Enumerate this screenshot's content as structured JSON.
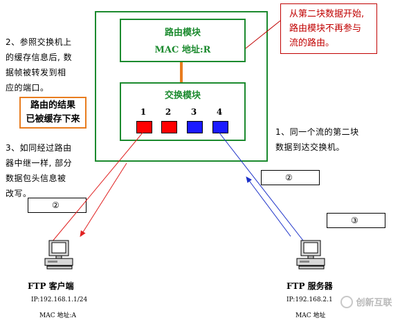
{
  "switch": {
    "routing_module": {
      "title": "路由模块",
      "mac": "MAC 地址:R"
    },
    "switching_module": {
      "title": "交换模块"
    },
    "ports": [
      {
        "label": "1",
        "color": "#ff0000"
      },
      {
        "label": "2",
        "color": "#ff0000"
      },
      {
        "label": "3",
        "color": "#1a1aff"
      },
      {
        "label": "4",
        "color": "#1a1aff"
      }
    ]
  },
  "callout": {
    "lines": [
      "从第二块数据开始,",
      "路由模块不再参与",
      "流的路由。"
    ]
  },
  "cache_note": {
    "lines": [
      "路由的结果",
      "已被缓存下来"
    ]
  },
  "left_text_top": {
    "lines": [
      "2、参照交换机上",
      "的缓存信息后, 数",
      "据帧被转发到相",
      "应的端口。"
    ]
  },
  "left_text_bottom": {
    "lines": [
      "3、如同经过路由",
      "器中继一样, 部分",
      "数据包头信息被",
      "改写。"
    ]
  },
  "right_text": {
    "lines": [
      "1、同一个流的第二块",
      "数据到达交换机。"
    ]
  },
  "labels": {
    "left_2": "②",
    "right_2": "②",
    "right_3": "③"
  },
  "client": {
    "title": "FTP 客户端",
    "ip": "IP:192.168.1.1/24",
    "mac": "MAC 地址:A"
  },
  "server": {
    "title": "FTP 服务器",
    "ip": "IP:192.168.2.1",
    "mac": "MAC 地址"
  },
  "watermark": {
    "text": "创新互联"
  },
  "colors": {
    "green": "#1b8a2e",
    "orange": "#e87c1e",
    "red_arrow": "#e02020",
    "blue_arrow": "#1a2fc8",
    "callout_red": "#c00000"
  }
}
